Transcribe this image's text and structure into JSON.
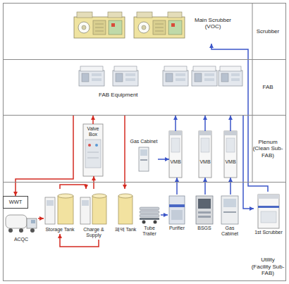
{
  "diagram": {
    "nodes": [
      {
        "text": [
          "Scrubber"
        ]
      },
      {
        "text": [
          "Main Scrubber (VOC)"
        ],
        "in": 0
      },
      {
        "text": [
          "FAB"
        ]
      },
      {
        "text": [
          "Plenum (Clean Sub-FAB)"
        ]
      },
      {
        "text": [
          "Valve Box"
        ],
        "in": 3
      },
      {
        "text": [
          "Gas Cabinet"
        ],
        "in": 3
      },
      {
        "text": [
          "VMB"
        ],
        "in": 3
      },
      {
        "text": [
          "VMB"
        ],
        "in": 3
      },
      {
        "text": [
          "VMB"
        ],
        "in": 3
      },
      {
        "text": [
          "Utility (Facility Sub-FAB)"
        ]
      },
      {
        "text": [
          "WWT"
        ],
        "in": 9
      },
      {
        "text": [
          "ACQC"
        ],
        "in": 9
      },
      {
        "text": [
          "Storage Tank"
        ],
        "in": 9
      },
      {
        "text": [
          "Charge & Supply"
        ],
        "in": 9
      },
      {
        "text": [
          "폐액 Tank"
        ],
        "in": 9
      },
      {
        "text": [
          "Tube Trailer"
        ],
        "in": 9
      },
      {
        "text": [
          "Purifier"
        ],
        "in": 9
      },
      {
        "text": [
          "BSGS"
        ],
        "in": 9
      },
      {
        "text": [
          "Gas Cabinet"
        ],
        "in": 9
      },
      {
        "text": [
          "1st Scrubber"
        ],
        "in": 9
      }
    ],
    "edges": [
      {
        "from": 2,
        "to": 10,
        "arrow": "to"
      },
      {
        "from": 11,
        "to": 12,
        "arrow": "to"
      },
      {
        "from": 12,
        "to": 13,
        "arrow": "to"
      },
      {
        "from": 13,
        "to": 12,
        "arrow": "to"
      },
      {
        "from": 13,
        "to": 4,
        "arrow": "to"
      },
      {
        "from": 4,
        "to": 2,
        "arrow": "to"
      },
      {
        "from": 2,
        "to": 14,
        "arrow": "to"
      },
      {
        "from": 15,
        "to": 16,
        "arrow": "to"
      },
      {
        "from": 16,
        "to": 6,
        "arrow": "to"
      },
      {
        "from": 5,
        "to": 6,
        "arrow": "to"
      },
      {
        "from": 6,
        "to": 2,
        "arrow": "to"
      },
      {
        "from": 17,
        "to": 7,
        "arrow": "to"
      },
      {
        "from": 7,
        "to": 2,
        "arrow": "to"
      },
      {
        "from": 18,
        "to": 8,
        "arrow": "to"
      },
      {
        "from": 8,
        "to": 2,
        "arrow": "to"
      },
      {
        "from": 2,
        "to": 19,
        "arrow": "to"
      },
      {
        "from": 19,
        "to": 1,
        "arrow": "to"
      }
    ],
    "labels": [
      "FAB Equipment"
    ]
  }
}
